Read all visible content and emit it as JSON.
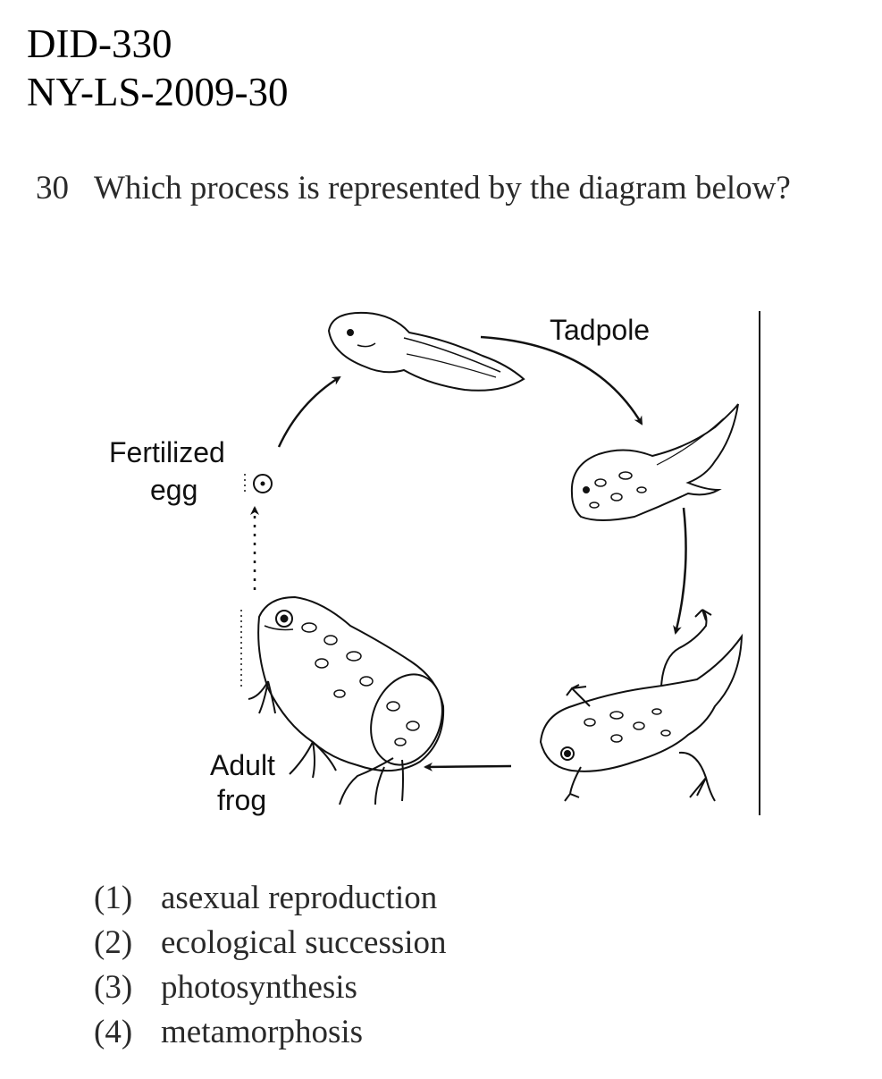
{
  "header": {
    "line1": "DID-330",
    "line2": "NY-LS-2009-30"
  },
  "question": {
    "number": "30",
    "text": "Which process is represented by the diagram below?"
  },
  "diagram": {
    "labels": {
      "tadpole": "Tadpole",
      "fertilized_line1": "Fertilized",
      "fertilized_line2": "egg",
      "adult_line1": "Adult",
      "adult_line2": "frog"
    }
  },
  "choices": [
    {
      "num": "(1)",
      "text": "asexual reproduction"
    },
    {
      "num": "(2)",
      "text": "ecological succession"
    },
    {
      "num": "(3)",
      "text": "photosynthesis"
    },
    {
      "num": "(4)",
      "text": "metamorphosis"
    }
  ]
}
